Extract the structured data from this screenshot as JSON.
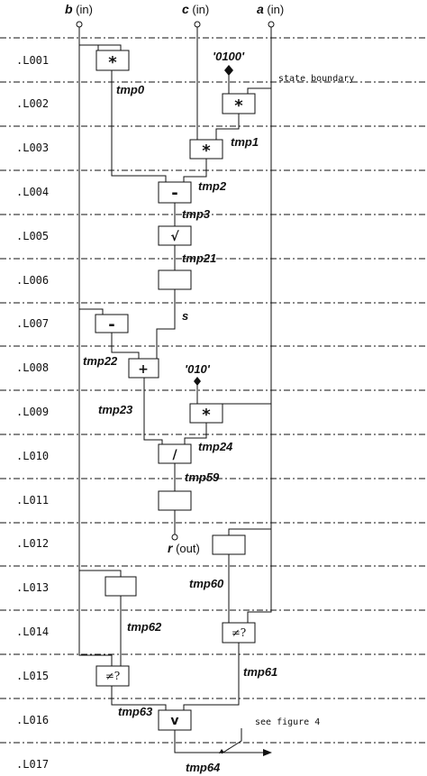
{
  "inputs": [
    {
      "name": "b",
      "suffix": " (in)"
    },
    {
      "name": "c",
      "suffix": " (in)"
    },
    {
      "name": "a",
      "suffix": " (in)"
    }
  ],
  "output": {
    "name": "r",
    "suffix": " (out)"
  },
  "levels": [
    ".L001",
    ".L002",
    ".L003",
    ".L004",
    ".L005",
    ".L006",
    ".L007",
    ".L008",
    ".L009",
    ".L010",
    ".L011",
    ".L012",
    ".L013",
    ".L014",
    ".L015",
    ".L016",
    ".L017"
  ],
  "constants": [
    "'0100'",
    "'010'"
  ],
  "signals": [
    "tmp0",
    "tmp1",
    "tmp2",
    "tmp3",
    "tmp21",
    "s",
    "tmp22",
    "tmp23",
    "tmp24",
    "tmp59",
    "tmp60",
    "tmp62",
    "tmp61",
    "tmp63",
    "tmp64"
  ],
  "operators": {
    "mul": "*",
    "sub": "-",
    "sqrt": "√",
    "add": "+",
    "div": "/",
    "neq": "≠?",
    "or": "v"
  },
  "notes": {
    "state_boundary": "state boundary",
    "see_figure": "see figure 4"
  }
}
